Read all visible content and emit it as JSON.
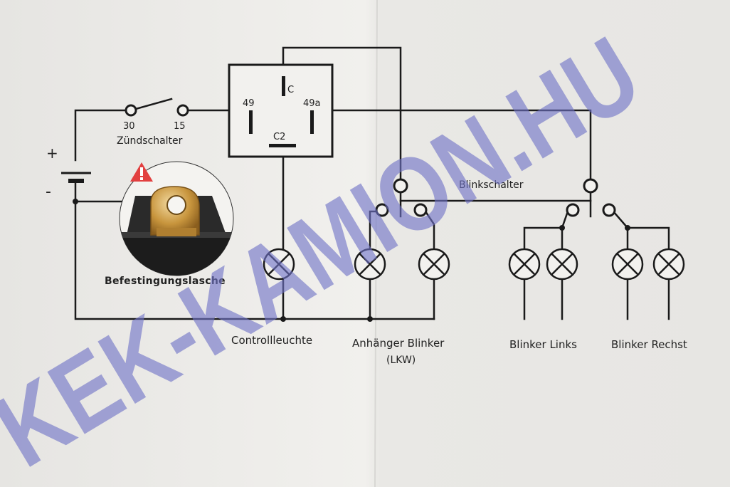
{
  "relay": {
    "pin_c": "C",
    "pin_49": "49",
    "pin_49a": "49a",
    "pin_c2": "C2"
  },
  "ignition": {
    "terminal_30": "30",
    "terminal_15": "15",
    "label": "Zündschalter"
  },
  "battery": {
    "plus": "+",
    "minus": "-"
  },
  "mounting": {
    "label": "Befestingungslasche"
  },
  "switch": {
    "label": "Blinkschalter"
  },
  "lamps": {
    "control": "Controllleuchte",
    "trailer_line1": "Anhänger Blinker",
    "trailer_line2": "(LKW)",
    "left": "Blinker Links",
    "right": "Blinker Rechst"
  },
  "watermark": {
    "text": "KEK-KAMION.HU",
    "color": "#6f72c7"
  },
  "colors": {
    "paper": "#ecebe8",
    "wire": "#1a1a1a",
    "warning": "#e24040",
    "bracket": "#c8953d"
  }
}
